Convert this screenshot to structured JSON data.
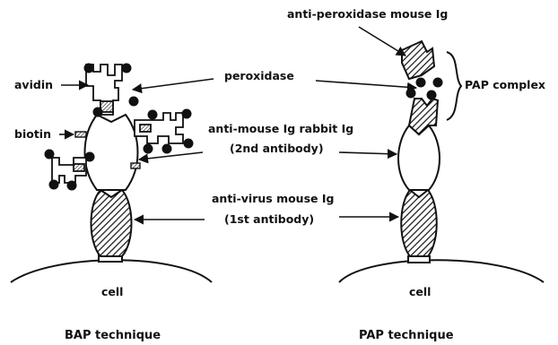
{
  "labels": {
    "anti_peroxidase": "anti-peroxidase mouse Ig",
    "avidin": "avidin",
    "peroxidase": "peroxidase",
    "pap_complex": "PAP complex",
    "biotin": "biotin",
    "anti_mouse_line1": "anti-mouse Ig rabbit Ig",
    "anti_mouse_line2": "(2nd antibody)",
    "anti_virus_line1": "anti-virus mouse Ig",
    "anti_virus_line2": "(1st antibody)",
    "cell_left": "cell",
    "cell_right": "cell",
    "bap_technique": "BAP  technique",
    "pap_technique": "PAP  technique"
  },
  "colors": {
    "ink": "#111111",
    "background": "#ffffff"
  }
}
